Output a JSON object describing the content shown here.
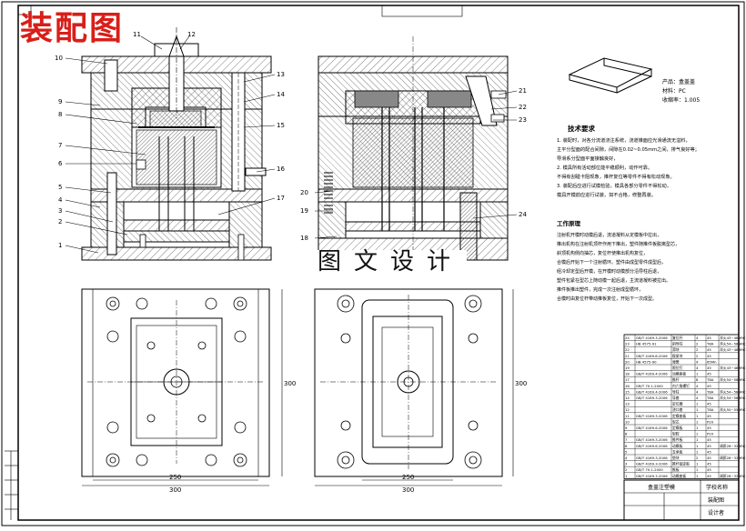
{
  "sheet_title": "装配图",
  "watermark": "图文设计",
  "part_info": {
    "product_label": "产品：盒盖盖",
    "material_label": "材料：PC",
    "shrink_label": "收缩率：1.005"
  },
  "tech_requirements": {
    "heading": "技术要求",
    "lines": [
      "1. 装配时，对各分流道浇注系统，浇道锥面应光滑通流无溢料，",
      "   主平分型面的配合间隙，间隙在0.02~0.05mm之间，排气良好等；",
      "   导滑系分型面平面接触良好，",
      "2. 模具所有活动部位能平稳顺利，动作可靠。",
      "   不得有刮碰卡阻现象，推杆复位等零件不得有松动现象。",
      "3. 装配后应进行试模检验，模具各部分零件不得松动，",
      "   模具开模前应进行试装，如不合格，修整再装。"
    ]
  },
  "working_principle": {
    "heading": "工作原理",
    "lines": [
      "注射机开模时动模后退，流道凝料从定模板中拉出，",
      "推出机构在注射机顶杆作用下推出，塑件随推件板脱离型芯，",
      "斜顶机构侧向抽芯，复位杆使推出机构复位，",
      "合模后开始下一个注射循环。塑件由成型零件成型后，",
      "经冷却定型后开模，在开模时动模部分沿导柱后退，",
      "塑件包紧在型芯上随动模一起后退，主流道凝料被拉出。",
      "推件板推出塑件，完成一次注射成型循环，",
      "合模时由复位杆带动推板复位，开始下一次成型。"
    ]
  },
  "part_numbers_left": [
    "1",
    "2",
    "3",
    "4",
    "5",
    "6",
    "7",
    "8",
    "9",
    "10",
    "11",
    "12",
    "13",
    "14",
    "15",
    "16",
    "17"
  ],
  "part_numbers_right": [
    "18",
    "19",
    "20",
    "21",
    "22",
    "23",
    "24"
  ],
  "dimensions": {
    "plan_width": "300",
    "plan_height": "300",
    "left_inner_width": "250",
    "right_inner_width": "250"
  },
  "bom_rows": [
    [
      "24",
      "GB/T 4169.3-2006",
      "复位杆",
      "4",
      "45",
      "淬火43~48HRC"
    ],
    [
      "23",
      "HB 4575-91",
      "斜导柱",
      "2",
      "T8A",
      "淬火54~58HRC"
    ],
    [
      "22",
      "",
      "滑块",
      "2",
      "45",
      "淬火43~48HRC"
    ],
    [
      "21",
      "GB/T 4169.8-2006",
      "楔紧块",
      "2",
      "45",
      ""
    ],
    [
      "20",
      "HB 4575-90",
      "弹簧",
      "4",
      "65Mn",
      ""
    ],
    [
      "19",
      "",
      "限位钉",
      "4",
      "45",
      "淬火43~48HRC"
    ],
    [
      "18",
      "GB/T 4169.4-2006",
      "动模座板",
      "1",
      "45",
      ""
    ],
    [
      "17",
      "",
      "推杆",
      "8",
      "T8A",
      "淬火54~58HRC"
    ],
    [
      "16",
      "GB/T 70.1-2000",
      "内六角螺钉",
      "4",
      "45",
      ""
    ],
    [
      "15",
      "GB/T 4169.4-2006",
      "导柱",
      "4",
      "T8A",
      "淬火54~58HRC"
    ],
    [
      "14",
      "GB/T 4169.3-2006",
      "导套",
      "4",
      "T8A",
      "淬火54~58HRC"
    ],
    [
      "13",
      "",
      "定位圈",
      "1",
      "45",
      ""
    ],
    [
      "12",
      "",
      "浇口套",
      "1",
      "T8A",
      "淬火50~55HRC"
    ],
    [
      "11",
      "GB/T 4169.3-2006",
      "定模座板",
      "1",
      "45",
      ""
    ],
    [
      "10",
      "",
      "型芯",
      "1",
      "P20",
      ""
    ],
    [
      "9",
      "GB/T 4169.6-2006",
      "定模板",
      "1",
      "45",
      ""
    ],
    [
      "8",
      "",
      "型腔",
      "1",
      "P20",
      ""
    ],
    [
      "7",
      "GB/T 4169.3-2006",
      "推件板",
      "1",
      "45",
      ""
    ],
    [
      "6",
      "GB/T 4169.6-2006",
      "动模板",
      "1",
      "45",
      "调质28~32HRC"
    ],
    [
      "5",
      "",
      "支承板",
      "1",
      "45",
      ""
    ],
    [
      "4",
      "GB/T 4169.3-2006",
      "垫块",
      "2",
      "45",
      "调质28~32HRC"
    ],
    [
      "3",
      "GB/T 4169.3-2006",
      "推杆固定板",
      "1",
      "45",
      ""
    ],
    [
      "2",
      "GB/T 70.1-2000",
      "推板",
      "1",
      "45",
      ""
    ],
    [
      "1",
      "GB/T 4169.3-2006",
      "动模座板",
      "1",
      "45",
      "调质28~32HRC"
    ]
  ],
  "title_block": {
    "drawing_name": "盒盖注塑模",
    "school_label": "学校名称",
    "sheet_label": "装配图",
    "designer_label": "设计者"
  }
}
